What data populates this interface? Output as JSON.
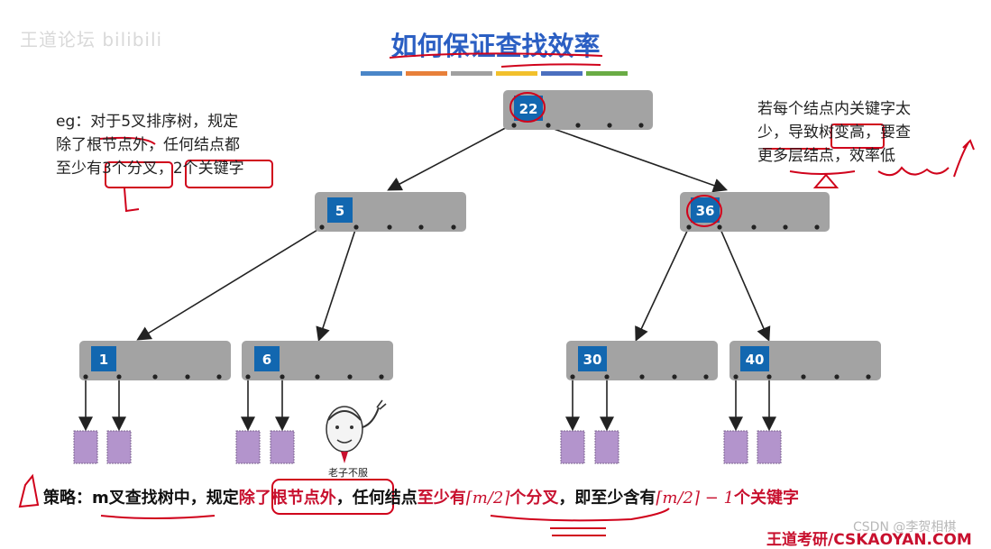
{
  "watermark": "王道论坛 bilibili",
  "title": "如何保证查找效率",
  "title_bar_colors": [
    "#4a86c8",
    "#e8803a",
    "#a0a0a0",
    "#f2c02c",
    "#4b6fbf",
    "#6aac45"
  ],
  "note_left": {
    "lines": [
      "eg：对于5叉排序树，规定",
      "除了根节点外，任何结点都",
      "至少有3个分叉，2个关键字"
    ]
  },
  "note_right": {
    "lines": [
      "若每个结点内关键字太",
      "少，导致树变高，要查",
      "更多层结点，效率低"
    ]
  },
  "tree": {
    "root": {
      "key": "22"
    },
    "level2": [
      {
        "key": "5"
      },
      {
        "key": "36"
      }
    ],
    "level3": [
      {
        "key": "1"
      },
      {
        "key": "6"
      },
      {
        "key": "30"
      },
      {
        "key": "40"
      }
    ]
  },
  "meme_caption": "老子不服",
  "strategy": {
    "prefix": "策略：",
    "part1": "m叉查找树中",
    "part2": "，规定",
    "part3": "除了根节点外",
    "part4": "，任何结点",
    "part5": "至少有",
    "ceil_expr": "⌈m/2⌉",
    "part6": "个分叉",
    "part7": "，即至少含有",
    "ceil_expr2": "⌈m/2⌉ − 1",
    "part8": "个关键字"
  },
  "footer": "王道考研/CSKAOYAN.COM",
  "csdn": "CSDN @李贺相棋",
  "colors": {
    "node_fill": "#a3a3a3",
    "key_fill": "#1267b0",
    "leaf_fill": "#b394cc",
    "annotation_red": "#d0021b",
    "title_blue": "#2b5fc3"
  }
}
